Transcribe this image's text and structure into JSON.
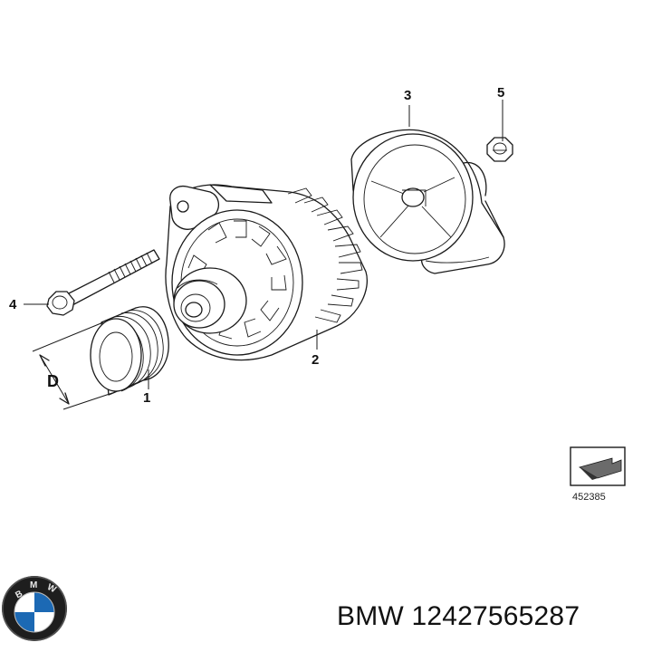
{
  "callouts": {
    "part1": "1",
    "part2": "2",
    "part3": "3",
    "part4": "4",
    "part5": "5"
  },
  "dimension_label": "D",
  "reference_number": "452385",
  "caption": {
    "brand": "BMW",
    "part_number": "12427565287"
  },
  "logo": {
    "text": "BMW",
    "colors": {
      "blue": "#1c69b4",
      "white": "#ffffff",
      "ring": "#111111"
    }
  }
}
